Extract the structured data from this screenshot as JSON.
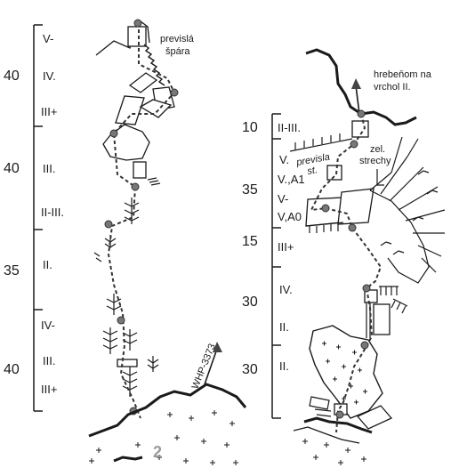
{
  "left_topo": {
    "grades": [
      "V-",
      "IV.",
      "III+",
      "III.",
      "II-III.",
      "II.",
      "IV-",
      "III.",
      "III+"
    ],
    "pitch_lengths": [
      "40",
      "40",
      "35",
      "40"
    ],
    "notes": {
      "crack": [
        "previslá",
        "špára"
      ],
      "route_ref": "WHP-3373"
    },
    "start_number": "2"
  },
  "right_topo": {
    "grades": [
      "II-III.",
      "V.",
      "V.,A1",
      "V-",
      "V,A0",
      "III+",
      "IV.",
      "II.",
      "II."
    ],
    "pitch_lengths": [
      "10",
      "35",
      "15",
      "30",
      "30"
    ],
    "notes": {
      "ridge": [
        "hrebeňom na",
        "vrchol II."
      ],
      "overhang": [
        "previsla",
        "st."
      ],
      "green_roofs": [
        "zel.",
        "strechy"
      ]
    }
  },
  "colors": {
    "ink": "#1a1a1a",
    "grey": "#9a9a9a"
  }
}
